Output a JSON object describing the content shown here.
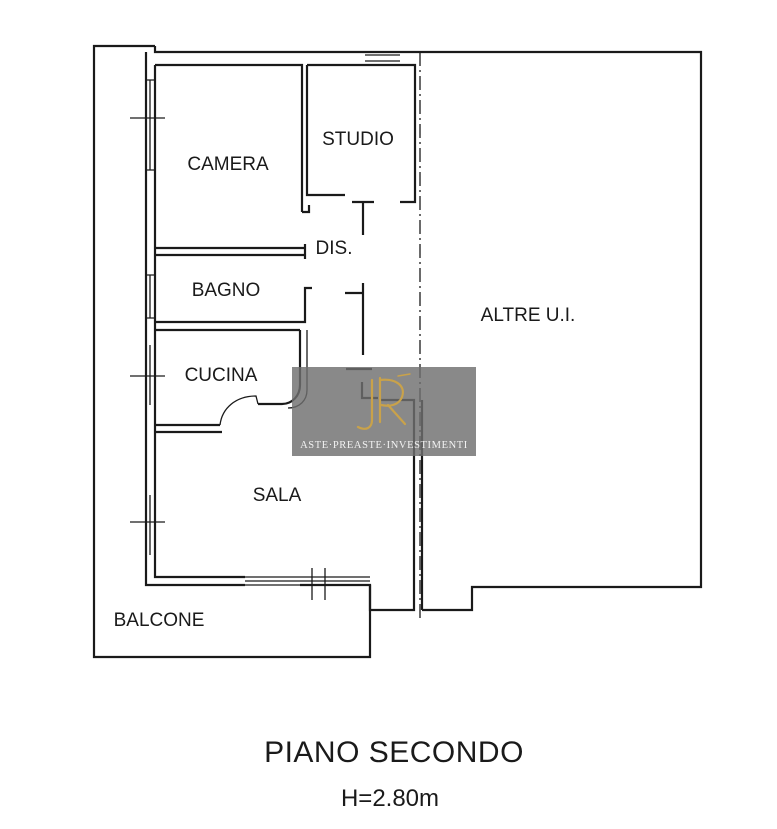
{
  "floor_plan": {
    "rooms": {
      "camera": "CAMERA",
      "studio": "STUDIO",
      "dis": "DIS.",
      "bagno": "BAGNO",
      "cucina": "CUCINA",
      "sala": "SALA",
      "balcone": "BALCONE",
      "altre": "ALTRE U.I."
    },
    "title": "PIANO SECONDO",
    "height_note": "H=2.80m"
  },
  "watermark": {
    "text": "ASTE·PREASTE·INVESTIMENTI",
    "background": "#6f6f6f",
    "gold": "#c9a24a"
  }
}
